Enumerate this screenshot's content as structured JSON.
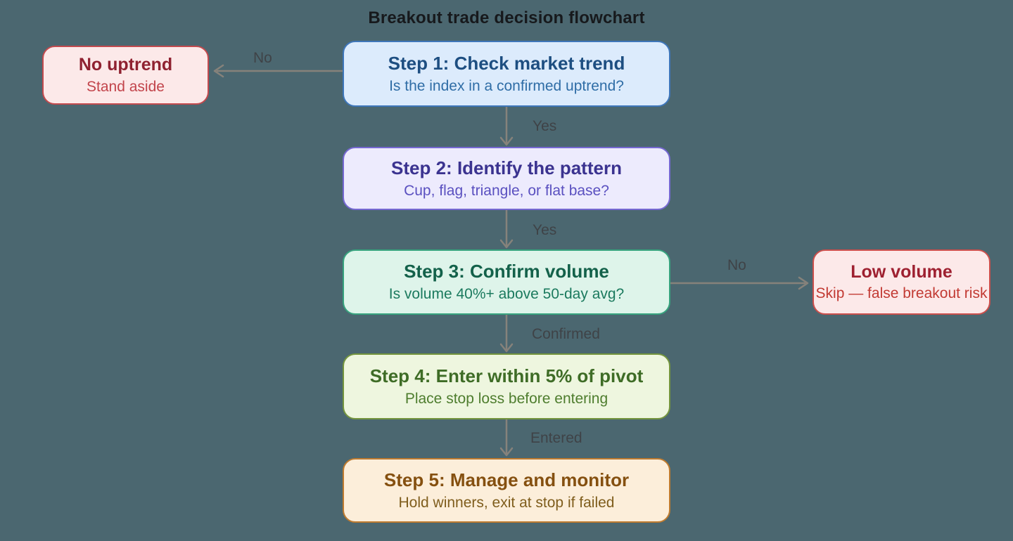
{
  "title": "Breakout trade decision flowchart",
  "colors": {
    "background": "#4b6770",
    "title_text": "#17191c",
    "arrow": "#86827b",
    "edge_label_text": "#3f4347"
  },
  "nodes": {
    "step1": {
      "title": "Step 1: Check market trend",
      "subtitle": "Is the index in a confirmed uptrend?",
      "fill": "#dcebfc",
      "border": "#3e76ba",
      "title_color": "#1d4e81",
      "subtitle_color": "#2f6da6"
    },
    "step2": {
      "title": "Step 2: Identify the pattern",
      "subtitle": "Cup, flag, triangle, or flat base?",
      "fill": "#edebfd",
      "border": "#7668d2",
      "title_color": "#3b3390",
      "subtitle_color": "#5a50c0"
    },
    "step3": {
      "title": "Step 3: Confirm volume",
      "subtitle": "Is volume 40%+ above 50-day avg?",
      "fill": "#def4ea",
      "border": "#37a37e",
      "title_color": "#13614a",
      "subtitle_color": "#1b7a5e"
    },
    "step4": {
      "title": "Step 4: Enter within 5% of pivot",
      "subtitle": "Place stop loss before entering",
      "fill": "#eef6df",
      "border": "#74953e",
      "title_color": "#3e6c26",
      "subtitle_color": "#4e7d2e"
    },
    "step5": {
      "title": "Step 5: Manage and monitor",
      "subtitle": "Hold winners, exit at stop if failed",
      "fill": "#fceeda",
      "border": "#bf7b2f",
      "title_color": "#855010",
      "subtitle_color": "#7f5d1c"
    },
    "no_uptrend": {
      "title": "No uptrend",
      "subtitle": "Stand aside",
      "fill": "#fce9e9",
      "border": "#c34a4e",
      "title_color": "#8f2130",
      "subtitle_color": "#c2444b"
    },
    "low_volume": {
      "title": "Low volume",
      "subtitle": "Skip — false breakout risk",
      "fill": "#fce9e9",
      "border": "#cc4f4c",
      "title_color": "#9e2030",
      "subtitle_color": "#c23a33"
    }
  },
  "edges": {
    "step1_no": {
      "label": "No"
    },
    "step1_yes": {
      "label": "Yes"
    },
    "step2_yes": {
      "label": "Yes"
    },
    "step3_no": {
      "label": "No"
    },
    "step3_confirmed": {
      "label": "Confirmed"
    },
    "step4_entered": {
      "label": "Entered"
    }
  }
}
